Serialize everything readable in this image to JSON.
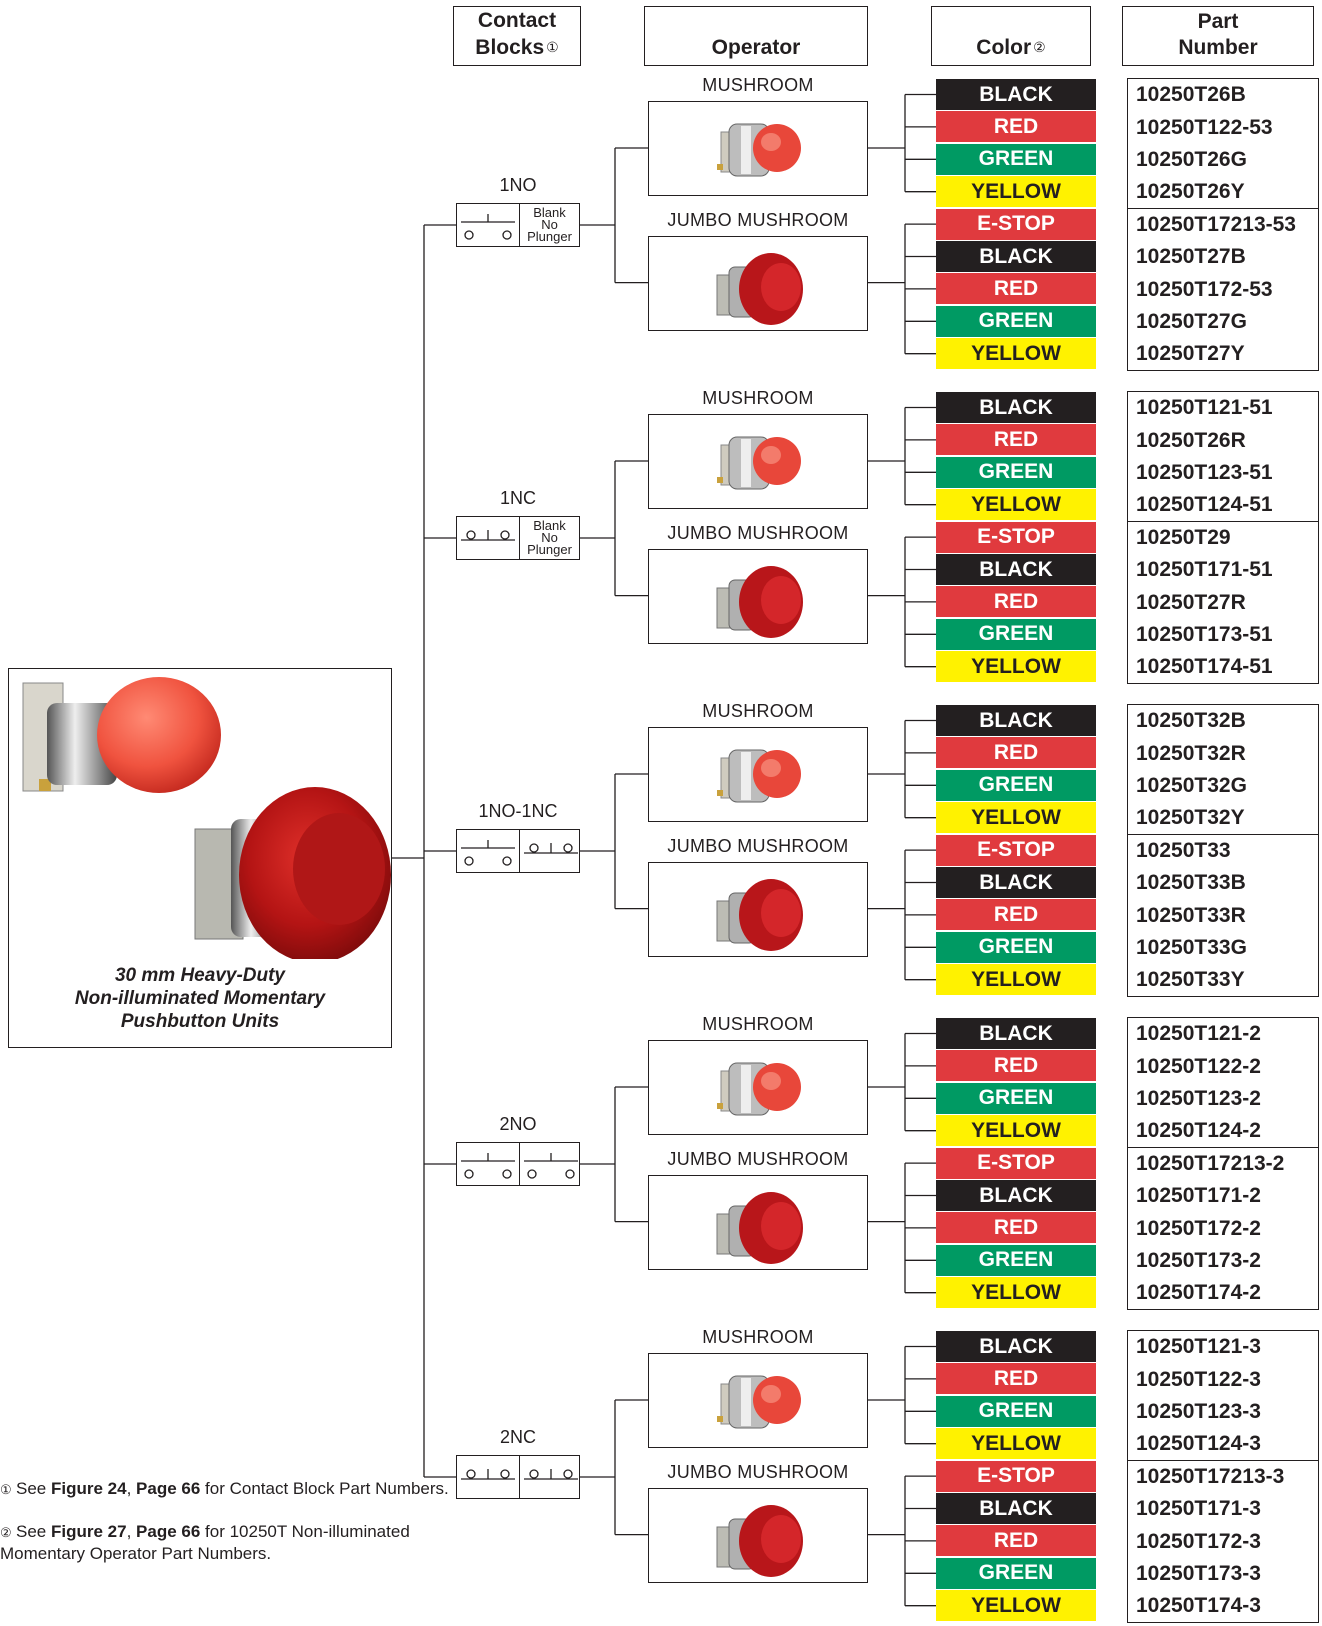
{
  "headers": {
    "contact_blocks": {
      "line1": "Contact",
      "line2": "Blocks",
      "mark": "①"
    },
    "operator": "Operator",
    "color": {
      "text": "Color",
      "mark": "②"
    },
    "part_number": {
      "line1": "Part",
      "line2": "Number"
    }
  },
  "product_caption": "30 mm Heavy-Duty\nNon-illuminated Momentary\nPushbutton Units",
  "colors": {
    "BLACK": {
      "bg": "#231f20",
      "fg": "#ffffff"
    },
    "RED": {
      "bg": "#e03a3e",
      "fg": "#ffffff"
    },
    "GREEN": {
      "bg": "#009a63",
      "fg": "#ffffff"
    },
    "YELLOW": {
      "bg": "#fff200",
      "fg": "#231f20"
    },
    "E-STOP": {
      "bg": "#e03a3e",
      "fg": "#ffffff"
    }
  },
  "block_extra_text": [
    "Blank",
    "No",
    "Plunger"
  ],
  "contact_blocks": [
    {
      "label": "1NO",
      "contacts": [
        "NO",
        "BLANK"
      ],
      "operators": [
        {
          "label": "MUSHROOM",
          "type": "mushroom",
          "rows": [
            [
              "BLACK",
              "10250T26B"
            ],
            [
              "RED",
              "10250T122-53"
            ],
            [
              "GREEN",
              "10250T26G"
            ],
            [
              "YELLOW",
              "10250T26Y"
            ]
          ]
        },
        {
          "label": "JUMBO MUSHROOM",
          "type": "jumbo",
          "rows": [
            [
              "E-STOP",
              "10250T17213-53"
            ],
            [
              "BLACK",
              "10250T27B"
            ],
            [
              "RED",
              "10250T172-53"
            ],
            [
              "GREEN",
              "10250T27G"
            ],
            [
              "YELLOW",
              "10250T27Y"
            ]
          ]
        }
      ]
    },
    {
      "label": "1NC",
      "contacts": [
        "NC",
        "BLANK"
      ],
      "operators": [
        {
          "label": "MUSHROOM",
          "type": "mushroom",
          "rows": [
            [
              "BLACK",
              "10250T121-51"
            ],
            [
              "RED",
              "10250T26R"
            ],
            [
              "GREEN",
              "10250T123-51"
            ],
            [
              "YELLOW",
              "10250T124-51"
            ]
          ]
        },
        {
          "label": "JUMBO MUSHROOM",
          "type": "jumbo",
          "rows": [
            [
              "E-STOP",
              "10250T29"
            ],
            [
              "BLACK",
              "10250T171-51"
            ],
            [
              "RED",
              "10250T27R"
            ],
            [
              "GREEN",
              "10250T173-51"
            ],
            [
              "YELLOW",
              "10250T174-51"
            ]
          ]
        }
      ]
    },
    {
      "label": "1NO-1NC",
      "contacts": [
        "NO",
        "NC"
      ],
      "operators": [
        {
          "label": "MUSHROOM",
          "type": "mushroom",
          "rows": [
            [
              "BLACK",
              "10250T32B"
            ],
            [
              "RED",
              "10250T32R"
            ],
            [
              "GREEN",
              "10250T32G"
            ],
            [
              "YELLOW",
              "10250T32Y"
            ]
          ]
        },
        {
          "label": "JUMBO MUSHROOM",
          "type": "jumbo",
          "rows": [
            [
              "E-STOP",
              "10250T33"
            ],
            [
              "BLACK",
              "10250T33B"
            ],
            [
              "RED",
              "10250T33R"
            ],
            [
              "GREEN",
              "10250T33G"
            ],
            [
              "YELLOW",
              "10250T33Y"
            ]
          ]
        }
      ]
    },
    {
      "label": "2NO",
      "contacts": [
        "NO",
        "NO"
      ],
      "operators": [
        {
          "label": "MUSHROOM",
          "type": "mushroom",
          "rows": [
            [
              "BLACK",
              "10250T121-2"
            ],
            [
              "RED",
              "10250T122-2"
            ],
            [
              "GREEN",
              "10250T123-2"
            ],
            [
              "YELLOW",
              "10250T124-2"
            ]
          ]
        },
        {
          "label": "JUMBO MUSHROOM",
          "type": "jumbo",
          "rows": [
            [
              "E-STOP",
              "10250T17213-2"
            ],
            [
              "BLACK",
              "10250T171-2"
            ],
            [
              "RED",
              "10250T172-2"
            ],
            [
              "GREEN",
              "10250T173-2"
            ],
            [
              "YELLOW",
              "10250T174-2"
            ]
          ]
        }
      ]
    },
    {
      "label": "2NC",
      "contacts": [
        "NC",
        "NC"
      ],
      "operators": [
        {
          "label": "MUSHROOM",
          "type": "mushroom",
          "rows": [
            [
              "BLACK",
              "10250T121-3"
            ],
            [
              "RED",
              "10250T122-3"
            ],
            [
              "GREEN",
              "10250T123-3"
            ],
            [
              "YELLOW",
              "10250T124-3"
            ]
          ]
        },
        {
          "label": "JUMBO MUSHROOM",
          "type": "jumbo",
          "rows": [
            [
              "E-STOP",
              "10250T17213-3"
            ],
            [
              "BLACK",
              "10250T171-3"
            ],
            [
              "RED",
              "10250T172-3"
            ],
            [
              "GREEN",
              "10250T173-3"
            ],
            [
              "YELLOW",
              "10250T174-3"
            ]
          ]
        }
      ]
    }
  ],
  "footnotes": [
    {
      "mark": "①",
      "pre": "See ",
      "fig": "Figure 24",
      "sep": ", ",
      "page": "Page 66",
      "post": " for Contact Block Part Numbers."
    },
    {
      "mark": "②",
      "pre": "See ",
      "fig": "Figure 27",
      "sep": ", ",
      "page": "Page 66",
      "post": " for 10250T Non-illuminated Momentary Operator Part Numbers."
    }
  ]
}
